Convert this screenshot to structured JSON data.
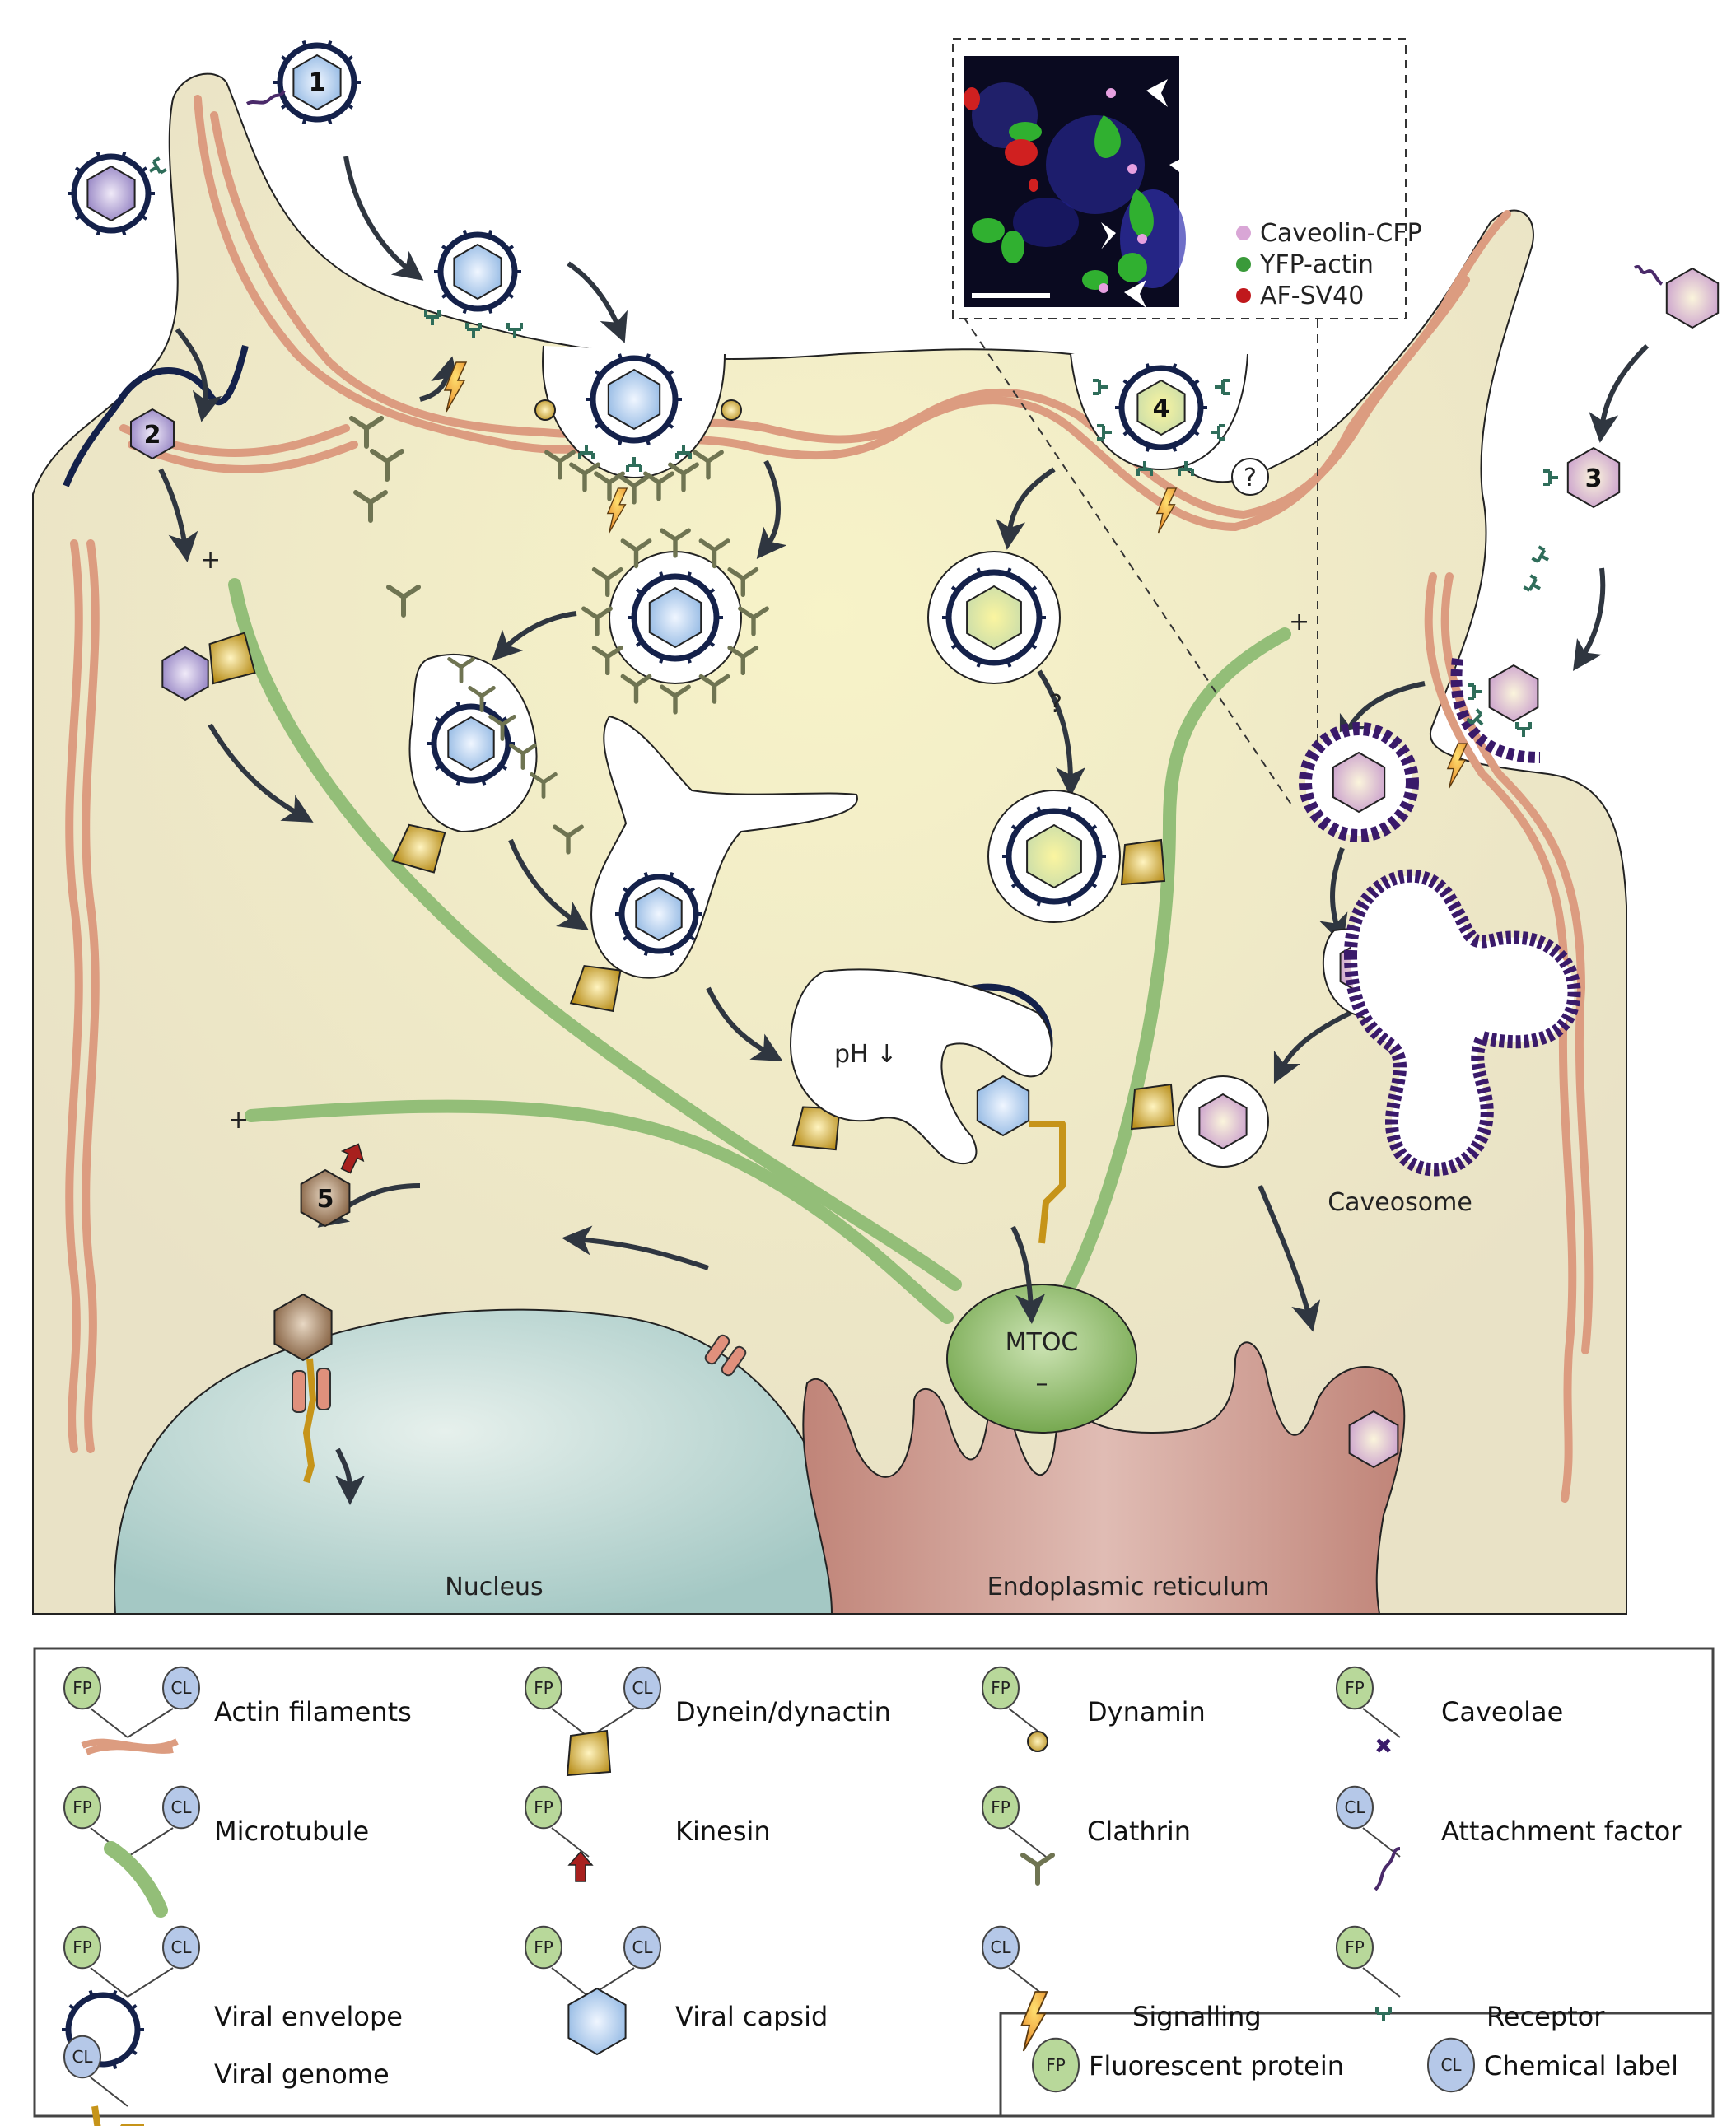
{
  "figure": {
    "title": "Virus entry pathways and fluorescent labelling strategies",
    "steps": [
      {
        "id": "1",
        "label": "1"
      },
      {
        "id": "2",
        "label": "2"
      },
      {
        "id": "3",
        "label": "3"
      },
      {
        "id": "4",
        "label": "4"
      },
      {
        "id": "5",
        "label": "5"
      }
    ],
    "labels": {
      "ph": "pH ↓",
      "mtoc": "MTOC",
      "mtoc_minus": "–",
      "caveosome": "Caveosome",
      "nucleus": "Nucleus",
      "er": "Endoplasmic reticulum",
      "question_1": "?",
      "question_2": "?",
      "plus": "+"
    },
    "inset": {
      "legend": [
        {
          "label": "Caveolin-CFP",
          "color": "#d9a6d6"
        },
        {
          "label": "YFP-actin",
          "color": "#3a9a3a"
        },
        {
          "label": "AF-SV40",
          "color": "#c0181c"
        }
      ]
    }
  },
  "legend": {
    "items": [
      {
        "id": "actin",
        "label": "Actin filaments",
        "badges": [
          "FP",
          "CL"
        ]
      },
      {
        "id": "dynein",
        "label": "Dynein/dynactin",
        "badges": [
          "FP",
          "CL"
        ]
      },
      {
        "id": "dynamin",
        "label": "Dynamin",
        "badges": [
          "FP"
        ]
      },
      {
        "id": "caveolae",
        "label": "Caveolae",
        "badges": [
          "FP"
        ]
      },
      {
        "id": "microtubule",
        "label": "Microtubule",
        "badges": [
          "FP",
          "CL"
        ]
      },
      {
        "id": "kinesin",
        "label": "Kinesin",
        "badges": [
          "FP"
        ]
      },
      {
        "id": "clathrin",
        "label": "Clathrin",
        "badges": [
          "FP"
        ]
      },
      {
        "id": "attachment",
        "label": "Attachment factor",
        "badges": [
          "CL"
        ]
      },
      {
        "id": "envelope",
        "label": "Viral envelope",
        "badges": [
          "FP",
          "CL"
        ]
      },
      {
        "id": "capsid",
        "label": "Viral capsid",
        "badges": [
          "FP",
          "CL"
        ]
      },
      {
        "id": "signalling",
        "label": "Signalling",
        "badges": [
          "CL"
        ]
      },
      {
        "id": "receptor",
        "label": "Receptor",
        "badges": [
          "FP"
        ]
      },
      {
        "id": "genome",
        "label": "Viral genome",
        "badges": [
          "CL"
        ]
      }
    ],
    "key": [
      {
        "badge": "FP",
        "label": "Fluorescent protein"
      },
      {
        "badge": "CL",
        "label": "Chemical label"
      }
    ]
  },
  "colors": {
    "cytoplasm": "#ece5c8",
    "actin": "#dc9c80",
    "microtubule": "#93be78",
    "envelope": "#14214a",
    "capsid_blue": "#a9c8ea",
    "capsid_purple": "#a796cc",
    "capsid_pink": "#d8b4d8",
    "capsid_green": "#d9e7b0",
    "capsid_brown": "#9a7452",
    "dynein": "#c9a035",
    "kinesin": "#a8201e",
    "clathrin": "#6f7452",
    "caveolae": "#3a1a6a",
    "receptor": "#2f6d5a",
    "signal": "#f0a830",
    "genome": "#c69419",
    "nucleus": "#b8d4d0",
    "er": "#c48c80",
    "mtoc": "#8bb862",
    "fp_badge": "#b8d89a",
    "cl_badge": "#b5c8e8",
    "arrow": "#2f3640"
  }
}
